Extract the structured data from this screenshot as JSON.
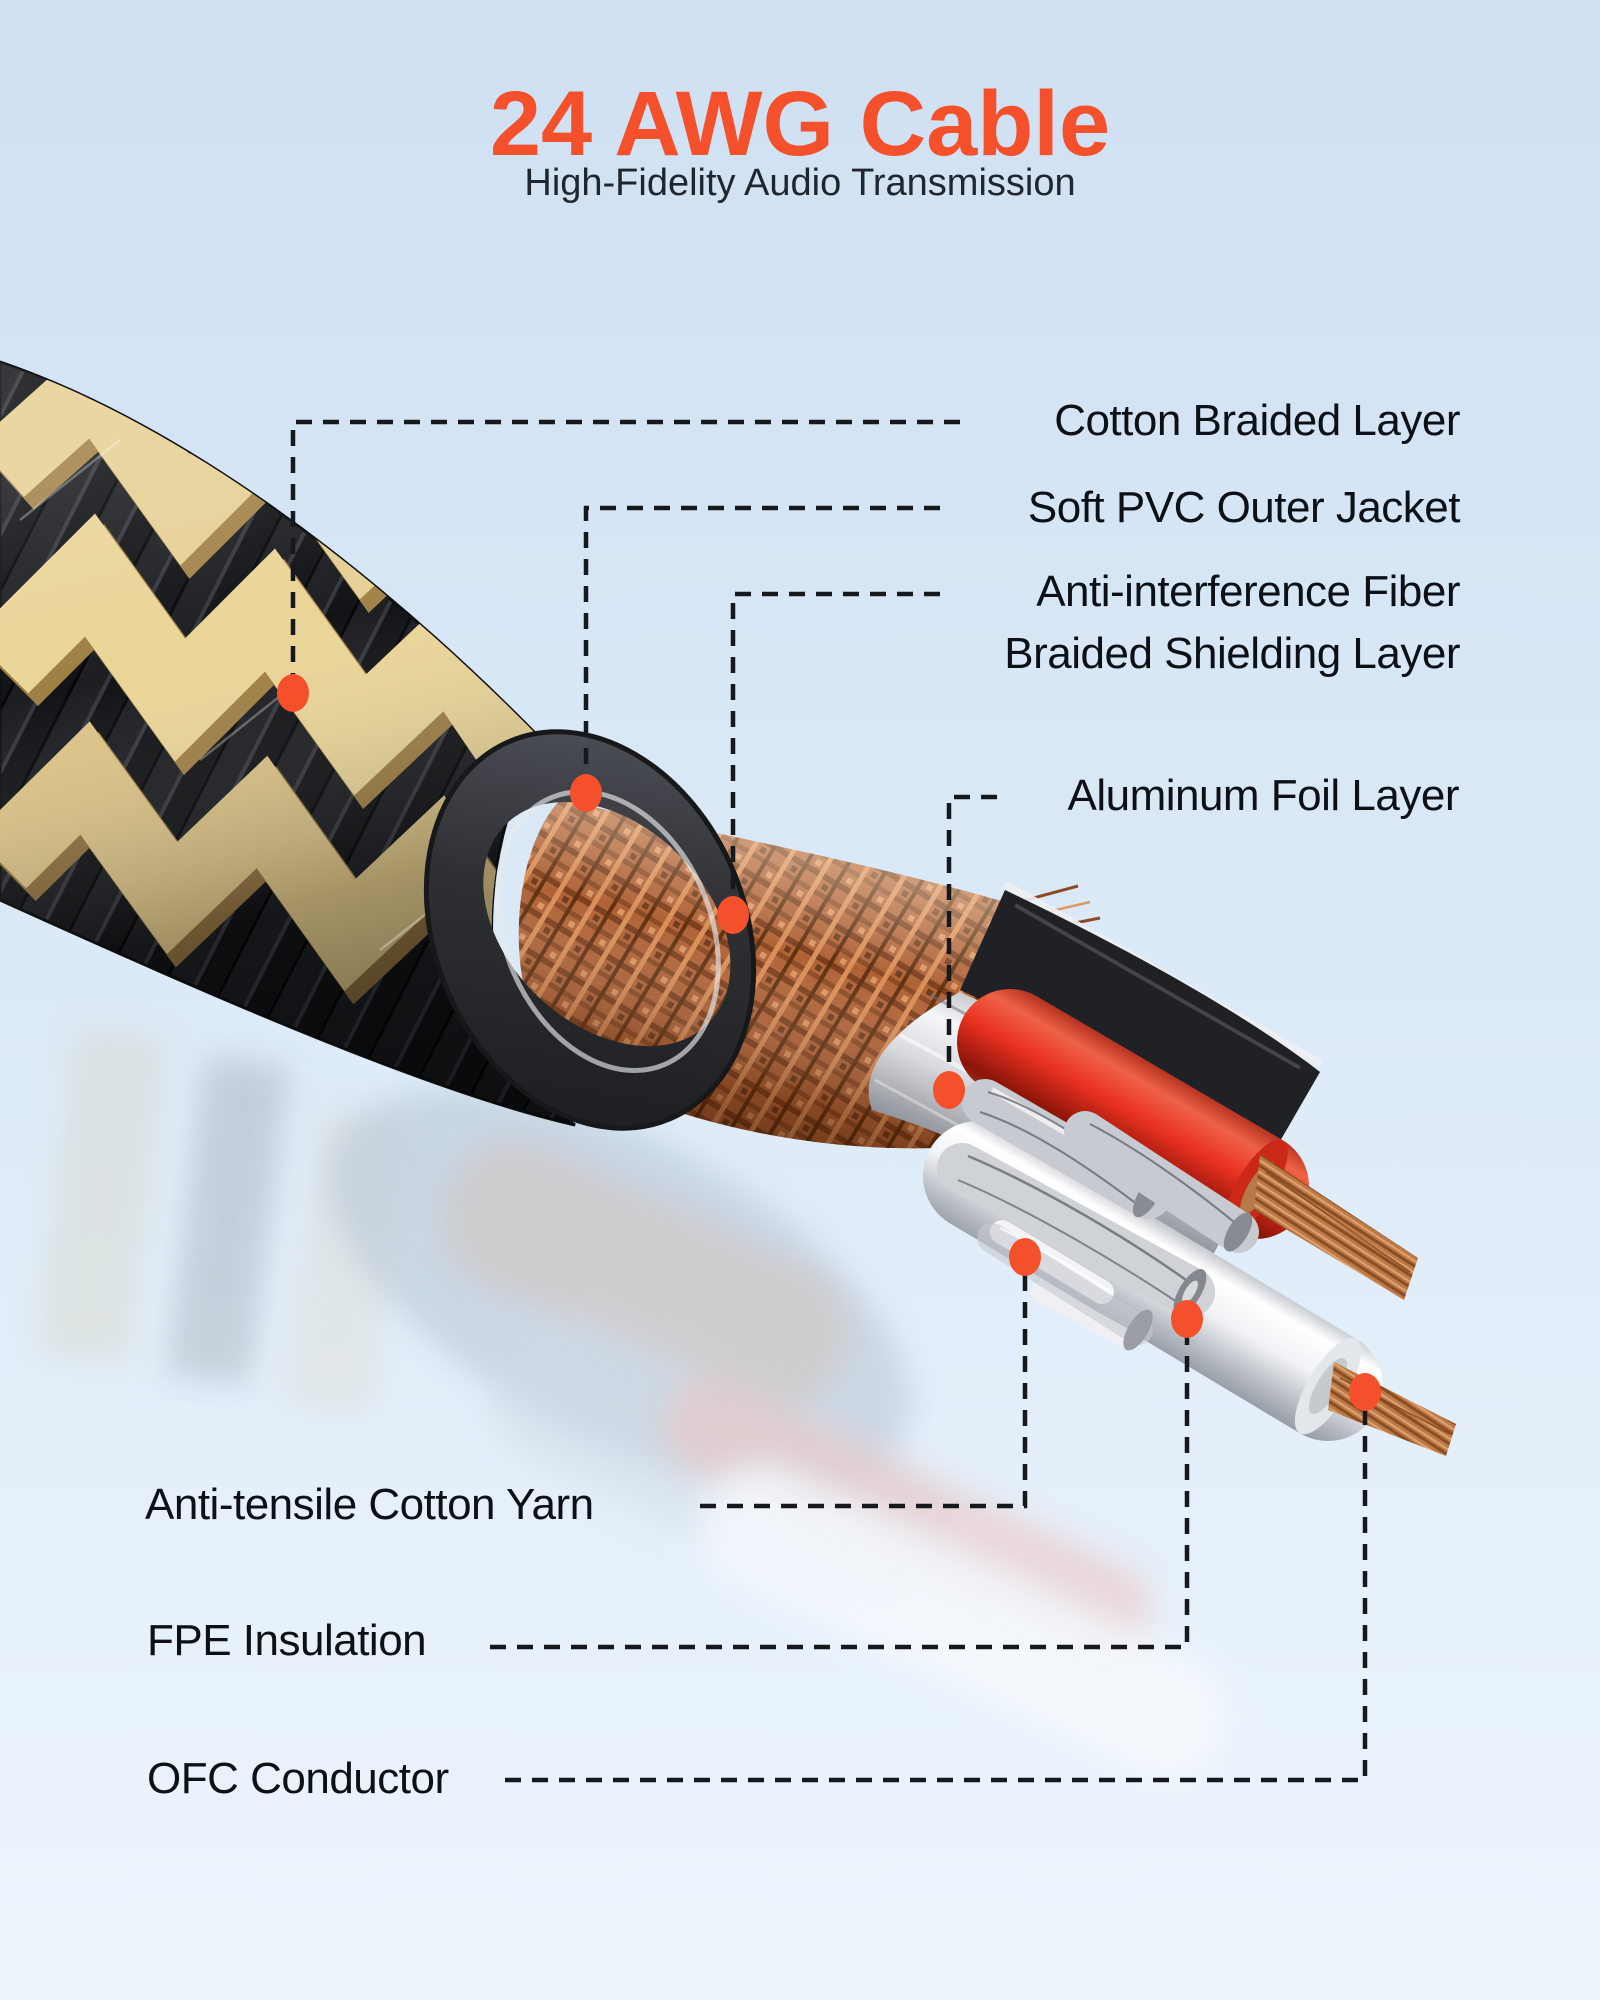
{
  "header": {
    "title": "24 AWG Cable",
    "subtitle": "High-Fidelity Audio Transmission"
  },
  "colors": {
    "accent": "#f4502b",
    "title_text": "#f4502b",
    "subtitle_text": "#1f2630",
    "label_text": "#0d1117",
    "leader_line": "#15181d",
    "bg_top": "#cfe0f2",
    "bg_mid": "#dbe9f7",
    "bg_bottom": "#edf5fc"
  },
  "callouts": {
    "cotton_braided": {
      "label": "Cotton Braided Layer"
    },
    "soft_pvc": {
      "label": "Soft PVC Outer Jacket"
    },
    "anti_interference": {
      "line1": "Anti-interference Fiber",
      "line2": "Braided Shielding Layer"
    },
    "aluminum_foil": {
      "label": "Aluminum Foil Layer"
    },
    "anti_tensile": {
      "label": "Anti-tensile Cotton Yarn"
    },
    "fpe_insulation": {
      "label": "FPE Insulation"
    },
    "ofc_conductor": {
      "label": "OFC Conductor"
    }
  }
}
